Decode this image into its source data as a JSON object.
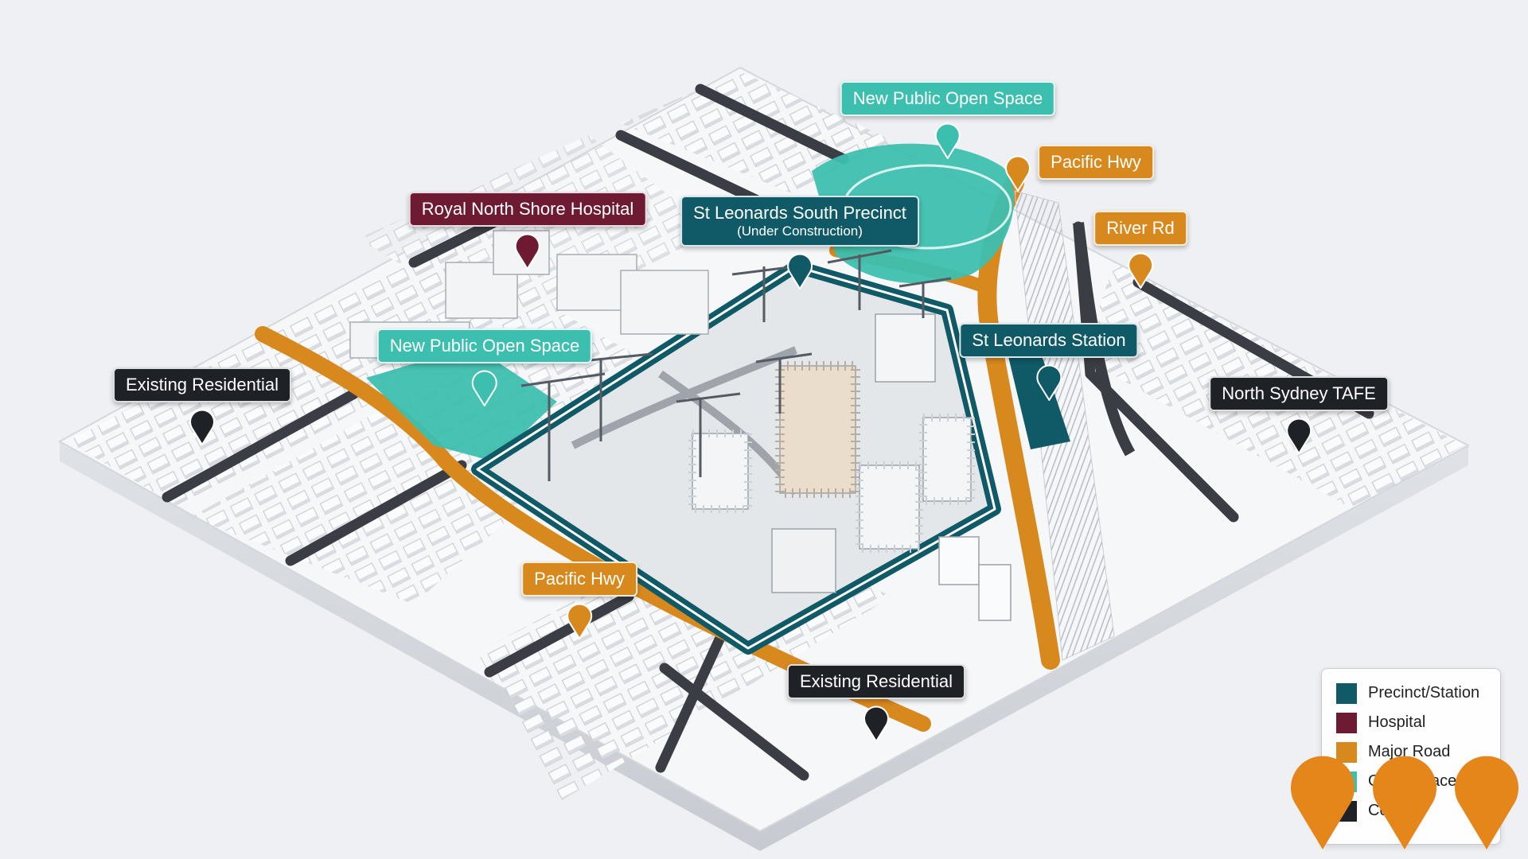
{
  "colors": {
    "precinct": "#0f5a66",
    "hospital": "#6e1a32",
    "major_road": "#d8891d",
    "open_space": "#3dbfaf",
    "existing": "#1e2226",
    "background": "#eef0f3"
  },
  "callouts": {
    "open_space_north": "New Public Open Space",
    "pacific_hwy_north": "Pacific Hwy",
    "river_rd": "River Rd",
    "royal_north_shore": "Royal North Shore Hospital",
    "precinct_title": "St Leonards South Precinct",
    "precinct_sub": "(Under Construction)",
    "st_leonards_station": "St Leonards Station",
    "open_space_west": "New Public Open Space",
    "existing_residential_west": "Existing Residential",
    "north_sydney_tafe": "North Sydney TAFE",
    "pacific_hwy_south": "Pacific Hwy",
    "existing_residential_south": "Existing Residential"
  },
  "legend": {
    "items": [
      {
        "label": "Precinct/Station",
        "color": "#0f5a66"
      },
      {
        "label": "Hospital",
        "color": "#6e1a32"
      },
      {
        "label": "Major Road",
        "color": "#d8891d"
      },
      {
        "label": "Open Space",
        "color": "#3dbfaf"
      },
      {
        "label": "Co",
        "color": "#1e2226"
      }
    ]
  },
  "overlay_pins": {
    "count": 3,
    "color": "#e4861a",
    "icon": "location-pin-icon"
  }
}
